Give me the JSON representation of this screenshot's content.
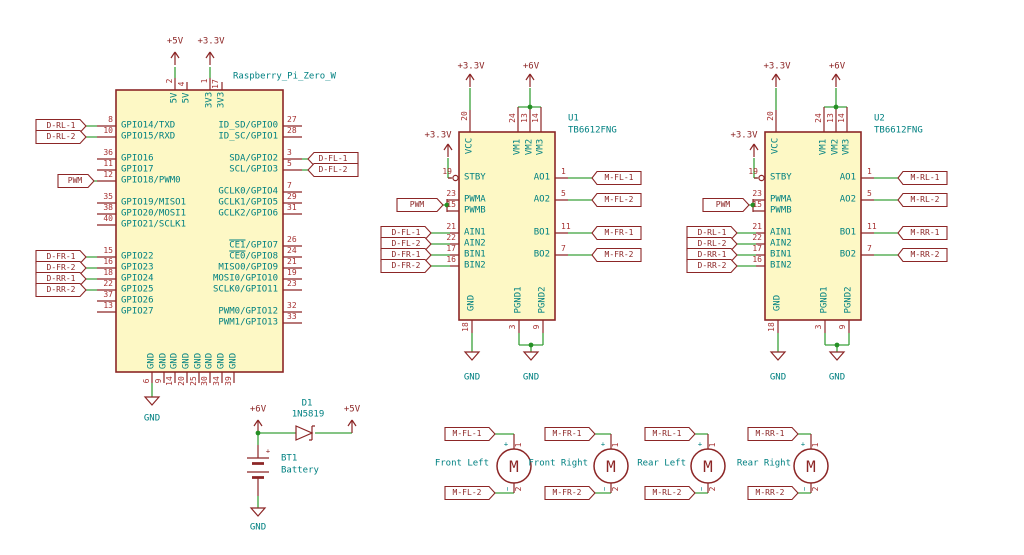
{
  "colors": {
    "chip_fill": "#fdf8c5",
    "outline_maroon": "#8c2626",
    "pin_number_red": "#a53030",
    "pin_name_teal": "#008081",
    "wire_green": "#3aa13a",
    "junction_green": "#259025",
    "background": "#ffffff"
  },
  "labels": {
    "p5v": "+5V",
    "p33v": "+3.3V",
    "p6v": "+6V",
    "gnd": "GND",
    "pwm": "PWM",
    "plus": "+",
    "minus": "−",
    "motor_m": "M",
    "one": "1",
    "two": "2"
  },
  "rpi": {
    "title": "Raspberry_Pi_Zero_W",
    "top_pins": [
      {
        "num": "2",
        "name": "5V"
      },
      {
        "num": "4",
        "name": "5V"
      },
      {
        "num": "1",
        "name": "3V3"
      },
      {
        "num": "17",
        "name": "3V3"
      }
    ],
    "left_pins": [
      {
        "num": "8",
        "name": "GPIO14/TXD",
        "label": "D-RL-1"
      },
      {
        "num": "10",
        "name": "GPIO15/RXD",
        "label": "D-RL-2"
      },
      {
        "num": "36",
        "name": "GPIO16",
        "label": ""
      },
      {
        "num": "11",
        "name": "GPIO17",
        "label": ""
      },
      {
        "num": "12",
        "name": "GPIO18/PWM0",
        "label": "PWM"
      },
      {
        "num": "35",
        "name": "GPIO19/MISO1",
        "label": ""
      },
      {
        "num": "38",
        "name": "GPIO20/MOSI1",
        "label": ""
      },
      {
        "num": "40",
        "name": "GPIO21/SCLK1",
        "label": ""
      },
      {
        "num": "15",
        "name": "GPIO22",
        "label": "D-FR-1"
      },
      {
        "num": "16",
        "name": "GPIO23",
        "label": "D-FR-2"
      },
      {
        "num": "18",
        "name": "GPIO24",
        "label": "D-RR-1"
      },
      {
        "num": "22",
        "name": "GPIO25",
        "label": "D-RR-2"
      },
      {
        "num": "37",
        "name": "GPIO26",
        "label": ""
      },
      {
        "num": "13",
        "name": "GPIO27",
        "label": ""
      }
    ],
    "right_pins": [
      {
        "num": "27",
        "bar": "",
        "name": "ID_SD/GPIO0",
        "label": ""
      },
      {
        "num": "28",
        "bar": "",
        "name": "ID_SC/GPIO1",
        "label": ""
      },
      {
        "num": "3",
        "bar": "",
        "name": "SDA/GPIO2",
        "label": "D-FL-1"
      },
      {
        "num": "5",
        "bar": "",
        "name": "SCL/GPIO3",
        "label": "D-FL-2"
      },
      {
        "num": "7",
        "bar": "",
        "name": "GCLK0/GPIO4",
        "label": ""
      },
      {
        "num": "29",
        "bar": "",
        "name": "GCLK1/GPIO5",
        "label": ""
      },
      {
        "num": "31",
        "bar": "",
        "name": "GCLK2/GPIO6",
        "label": ""
      },
      {
        "num": "26",
        "bar": "CE1",
        "name": "/GPIO7",
        "label": ""
      },
      {
        "num": "24",
        "bar": "CE0",
        "name": "/GPIO8",
        "label": ""
      },
      {
        "num": "21",
        "bar": "",
        "name": "MISO0/GPIO9",
        "label": ""
      },
      {
        "num": "19",
        "bar": "",
        "name": "MOSI0/GPIO10",
        "label": ""
      },
      {
        "num": "23",
        "bar": "",
        "name": "SCLK0/GPIO11",
        "label": ""
      },
      {
        "num": "32",
        "bar": "",
        "name": "PWM0/GPIO12",
        "label": ""
      },
      {
        "num": "33",
        "bar": "",
        "name": "PWM1/GPIO13",
        "label": ""
      }
    ],
    "bottom_nums": [
      "6",
      "9",
      "14",
      "20",
      "25",
      "30",
      "34",
      "39"
    ],
    "bottom_name": "GND"
  },
  "drivers": {
    "value": "TB6612FNG",
    "left_names": [
      "STBY",
      "PWMA",
      "PWMB",
      "AIN1",
      "AIN2",
      "BIN1",
      "BIN2"
    ],
    "left_nums": [
      "19",
      "23",
      "15",
      "21",
      "22",
      "17",
      "16"
    ],
    "right_names": [
      "AO1",
      "AO2",
      "BO1",
      "BO2"
    ],
    "right_nums": [
      "1",
      "5",
      "11",
      "7"
    ],
    "top_names": [
      "VCC",
      "VM1",
      "VM2",
      "VM3"
    ],
    "top_nums": [
      "20",
      "24",
      "13",
      "14"
    ],
    "bottom_names": [
      "GND",
      "PGND1",
      "PGND2"
    ],
    "bottom_nums": [
      "18",
      "3",
      "9"
    ]
  },
  "u1": {
    "ref": "U1",
    "inputs": [
      "D-FL-1",
      "D-FL-2",
      "D-FR-1",
      "D-FR-2"
    ],
    "outputs": [
      "M-FL-1",
      "M-FL-2",
      "M-FR-1",
      "M-FR-2"
    ]
  },
  "u2": {
    "ref": "U2",
    "inputs": [
      "D-RL-1",
      "D-RL-2",
      "D-RR-1",
      "D-RR-2"
    ],
    "outputs": [
      "M-RL-1",
      "M-RL-2",
      "M-RR-1",
      "M-RR-2"
    ]
  },
  "battery": {
    "ref": "BT1",
    "value": "Battery"
  },
  "diode": {
    "ref": "D1",
    "value": "1N5819"
  },
  "motors": [
    {
      "name": "Front Left",
      "t": "M-FL-1",
      "b": "M-FL-2"
    },
    {
      "name": "Front Right",
      "t": "M-FR-1",
      "b": "M-FR-2"
    },
    {
      "name": "Rear Left",
      "t": "M-RL-1",
      "b": "M-RL-2"
    },
    {
      "name": "Rear Right",
      "t": "M-RR-1",
      "b": "M-RR-2"
    }
  ]
}
